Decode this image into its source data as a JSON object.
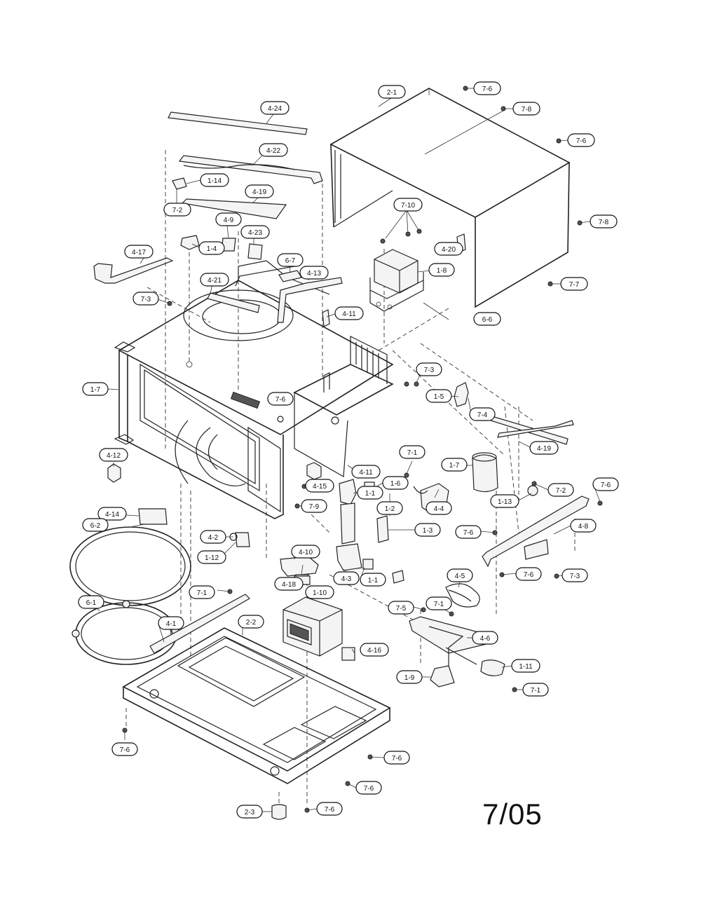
{
  "page_code": "7/05",
  "callouts": [
    {
      "id": "c-7-6-a",
      "label": "7-6"
    },
    {
      "id": "c-7-8-a",
      "label": "7-8"
    },
    {
      "id": "c-2-1",
      "label": "2-1"
    },
    {
      "id": "c-7-6-b",
      "label": "7-6"
    },
    {
      "id": "c-4-24",
      "label": "4-24"
    },
    {
      "id": "c-4-22",
      "label": "4-22"
    },
    {
      "id": "c-1-14",
      "label": "1-14"
    },
    {
      "id": "c-7-2-a",
      "label": "7-2"
    },
    {
      "id": "c-4-19-a",
      "label": "4-19"
    },
    {
      "id": "c-4-9",
      "label": "4-9"
    },
    {
      "id": "c-4-23",
      "label": "4-23"
    },
    {
      "id": "c-1-4",
      "label": "1-4"
    },
    {
      "id": "c-7-10",
      "label": "7-10"
    },
    {
      "id": "c-7-8-b",
      "label": "7-8"
    },
    {
      "id": "c-4-20",
      "label": "4-20"
    },
    {
      "id": "c-1-8",
      "label": "1-8"
    },
    {
      "id": "c-4-17",
      "label": "4-17"
    },
    {
      "id": "c-6-7",
      "label": "6-7"
    },
    {
      "id": "c-4-13",
      "label": "4-13"
    },
    {
      "id": "c-7-7",
      "label": "7-7"
    },
    {
      "id": "c-4-21",
      "label": "4-21"
    },
    {
      "id": "c-7-3-a",
      "label": "7-3"
    },
    {
      "id": "c-4-11-a",
      "label": "4-11"
    },
    {
      "id": "c-6-6",
      "label": "6-6"
    },
    {
      "id": "c-1-7-a",
      "label": "1-7"
    },
    {
      "id": "c-7-3-b",
      "label": "7-3"
    },
    {
      "id": "c-7-6-c",
      "label": "7-6"
    },
    {
      "id": "c-1-5",
      "label": "1-5"
    },
    {
      "id": "c-7-4",
      "label": "7-4"
    },
    {
      "id": "c-4-19-b",
      "label": "4-19"
    },
    {
      "id": "c-4-12",
      "label": "4-12"
    },
    {
      "id": "c-4-11-b",
      "label": "4-11"
    },
    {
      "id": "c-7-1-a",
      "label": "7-1"
    },
    {
      "id": "c-1-7-b",
      "label": "1-7"
    },
    {
      "id": "c-4-15",
      "label": "4-15"
    },
    {
      "id": "c-1-1-a",
      "label": "1-1"
    },
    {
      "id": "c-1-6",
      "label": "1-6"
    },
    {
      "id": "c-7-9",
      "label": "7-9"
    },
    {
      "id": "c-4-14",
      "label": "4-14"
    },
    {
      "id": "c-1-2",
      "label": "1-2"
    },
    {
      "id": "c-4-4",
      "label": "4-4"
    },
    {
      "id": "c-1-13",
      "label": "1-13"
    },
    {
      "id": "c-7-2-b",
      "label": "7-2"
    },
    {
      "id": "c-7-6-d",
      "label": "7-6"
    },
    {
      "id": "c-6-2",
      "label": "6-2"
    },
    {
      "id": "c-4-2",
      "label": "4-2"
    },
    {
      "id": "c-4-10",
      "label": "4-10"
    },
    {
      "id": "c-1-3",
      "label": "1-3"
    },
    {
      "id": "c-7-6-e",
      "label": "7-6"
    },
    {
      "id": "c-4-8",
      "label": "4-8"
    },
    {
      "id": "c-1-12",
      "label": "1-12"
    },
    {
      "id": "c-4-18",
      "label": "4-18"
    },
    {
      "id": "c-4-3",
      "label": "4-3"
    },
    {
      "id": "c-1-1-b",
      "label": "1-1"
    },
    {
      "id": "c-7-6-f",
      "label": "7-6"
    },
    {
      "id": "c-7-3-c",
      "label": "7-3"
    },
    {
      "id": "c-4-5",
      "label": "4-5"
    },
    {
      "id": "c-7-1-b",
      "label": "7-1"
    },
    {
      "id": "c-1-10",
      "label": "1-10"
    },
    {
      "id": "c-6-1",
      "label": "6-1"
    },
    {
      "id": "c-7-5",
      "label": "7-5"
    },
    {
      "id": "c-7-1-c",
      "label": "7-1"
    },
    {
      "id": "c-4-1",
      "label": "4-1"
    },
    {
      "id": "c-2-2",
      "label": "2-2"
    },
    {
      "id": "c-4-6",
      "label": "4-6"
    },
    {
      "id": "c-4-16",
      "label": "4-16"
    },
    {
      "id": "c-1-11",
      "label": "1-11"
    },
    {
      "id": "c-1-9",
      "label": "1-9"
    },
    {
      "id": "c-7-1-d",
      "label": "7-1"
    },
    {
      "id": "c-7-6-g",
      "label": "7-6"
    },
    {
      "id": "c-7-6-h",
      "label": "7-6"
    },
    {
      "id": "c-7-6-i",
      "label": "7-6"
    },
    {
      "id": "c-2-3",
      "label": "2-3"
    },
    {
      "id": "c-7-6-j",
      "label": "7-6"
    }
  ]
}
